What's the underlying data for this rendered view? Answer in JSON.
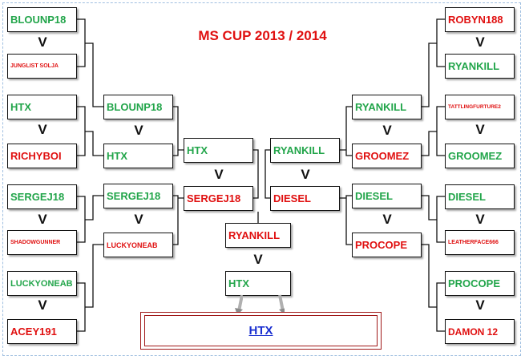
{
  "title": "MS CUP 2013 / 2014",
  "vs_label": "V",
  "champion": "HTX",
  "left": {
    "round1": [
      {
        "top": {
          "name": "BLOUNP18",
          "result": "win"
        },
        "bottom": {
          "name": "JUNGLIST SOLJA",
          "result": "loss"
        }
      },
      {
        "top": {
          "name": "HTX",
          "result": "win"
        },
        "bottom": {
          "name": "RICHYBOI",
          "result": "loss"
        }
      },
      {
        "top": {
          "name": "SERGEJ18",
          "result": "win"
        },
        "bottom": {
          "name": "SHADOWGUNNER",
          "result": "loss"
        }
      },
      {
        "top": {
          "name": "LUCKYONEAB",
          "result": "win"
        },
        "bottom": {
          "name": "ACEY191",
          "result": "loss"
        }
      }
    ],
    "round2": [
      {
        "top": {
          "name": "BLOUNP18",
          "result": "win"
        },
        "bottom": {
          "name": "HTX",
          "result": "win"
        }
      },
      {
        "top": {
          "name": "SERGEJ18",
          "result": "win"
        },
        "bottom": {
          "name": "LUCKYONEAB",
          "result": "loss"
        }
      }
    ],
    "round3": {
      "top": {
        "name": "HTX",
        "result": "win"
      },
      "bottom": {
        "name": "SERGEJ18",
        "result": "loss"
      }
    }
  },
  "right": {
    "round1": [
      {
        "top": {
          "name": "ROBYN188",
          "result": "loss"
        },
        "bottom": {
          "name": "RYANKILL",
          "result": "win"
        }
      },
      {
        "top": {
          "name": "TATTLINGFURTURE2",
          "result": "loss"
        },
        "bottom": {
          "name": "GROOMEZ",
          "result": "win"
        }
      },
      {
        "top": {
          "name": "DIESEL",
          "result": "win"
        },
        "bottom": {
          "name": "LEATHERFACE666",
          "result": "loss"
        }
      },
      {
        "top": {
          "name": "PROCOPE",
          "result": "win"
        },
        "bottom": {
          "name": "DAMON 12",
          "result": "loss"
        }
      }
    ],
    "round2": [
      {
        "top": {
          "name": "RYANKILL",
          "result": "win"
        },
        "bottom": {
          "name": "GROOMEZ",
          "result": "loss"
        }
      },
      {
        "top": {
          "name": "DIESEL",
          "result": "win"
        },
        "bottom": {
          "name": "PROCOPE",
          "result": "loss"
        }
      }
    ],
    "round3": {
      "top": {
        "name": "RYANKILL",
        "result": "win"
      },
      "bottom": {
        "name": "DIESEL",
        "result": "loss"
      }
    }
  },
  "final": {
    "top": {
      "name": "RYANKILL",
      "result": "loss"
    },
    "bottom": {
      "name": "HTX",
      "result": "win"
    }
  },
  "colors": {
    "win": "#22a54a",
    "loss": "#e01010",
    "champion": "#1a2fd0",
    "champion_border": "#a01818"
  }
}
